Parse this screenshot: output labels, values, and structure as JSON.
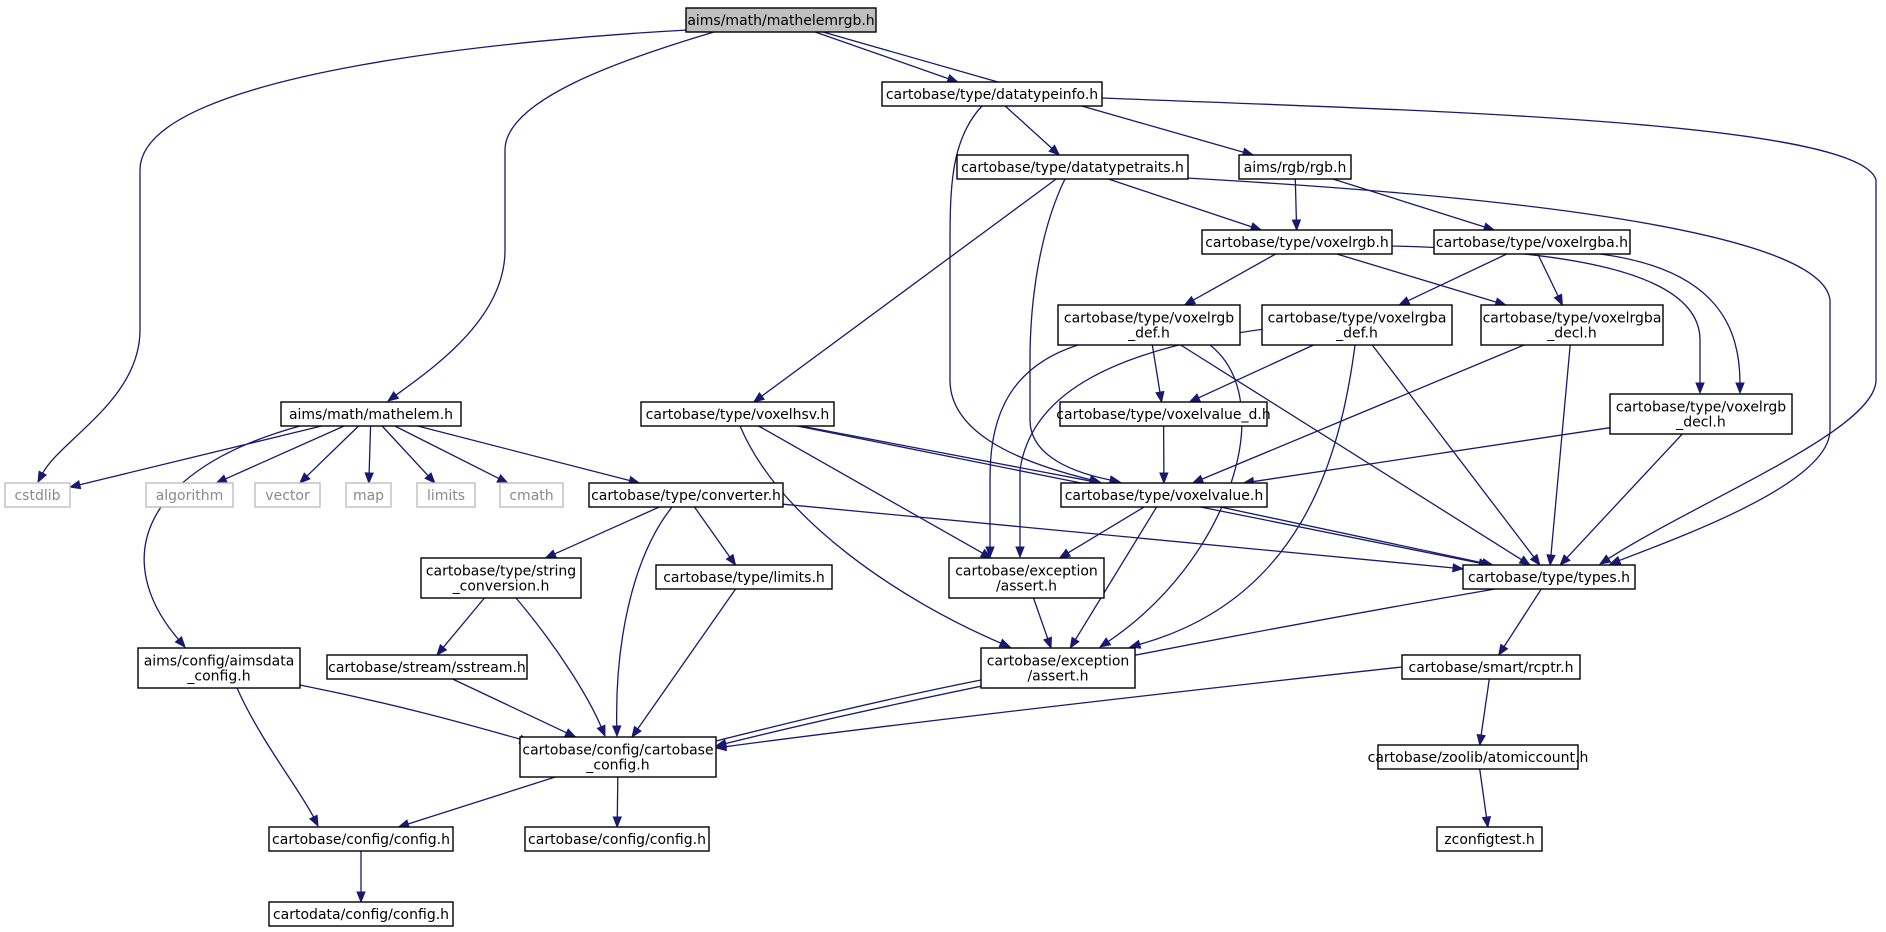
{
  "diagram": {
    "colors": {
      "edge": "#191970",
      "root_fill": "#bfbfbf",
      "external_border": "#bfbfbf",
      "node_border": "#000000"
    },
    "nodes": [
      {
        "id": "root",
        "lines": [
          "aims/math/mathelemrgb.h"
        ],
        "style": "root"
      },
      {
        "id": "dtinfo",
        "lines": [
          "cartobase/type/datatypeinfo.h"
        ],
        "style": "normal"
      },
      {
        "id": "dttraits",
        "lines": [
          "cartobase/type/datatypetraits.h"
        ],
        "style": "normal"
      },
      {
        "id": "rgb",
        "lines": [
          "aims/rgb/rgb.h"
        ],
        "style": "normal"
      },
      {
        "id": "voxelrgb",
        "lines": [
          "cartobase/type/voxelrgb.h"
        ],
        "style": "normal"
      },
      {
        "id": "voxelrgba",
        "lines": [
          "cartobase/type/voxelrgba.h"
        ],
        "style": "normal"
      },
      {
        "id": "voxelrgb_def",
        "lines": [
          "cartobase/type/voxelrgb",
          "_def.h"
        ],
        "style": "normal"
      },
      {
        "id": "voxelrgba_def",
        "lines": [
          "cartobase/type/voxelrgba",
          "_def.h"
        ],
        "style": "normal"
      },
      {
        "id": "voxelrgba_decl",
        "lines": [
          "cartobase/type/voxelrgba",
          "_decl.h"
        ],
        "style": "normal"
      },
      {
        "id": "voxelrgb_decl",
        "lines": [
          "cartobase/type/voxelrgb",
          "_decl.h"
        ],
        "style": "normal"
      },
      {
        "id": "mathelem",
        "lines": [
          "aims/math/mathelem.h"
        ],
        "style": "normal"
      },
      {
        "id": "voxelhsv",
        "lines": [
          "cartobase/type/voxelhsv.h"
        ],
        "style": "normal"
      },
      {
        "id": "voxelvalue_d",
        "lines": [
          "cartobase/type/voxelvalue_d.h"
        ],
        "style": "normal"
      },
      {
        "id": "cstdlib",
        "lines": [
          "cstdlib"
        ],
        "style": "external"
      },
      {
        "id": "algorithm",
        "lines": [
          "algorithm"
        ],
        "style": "external"
      },
      {
        "id": "vector",
        "lines": [
          "vector"
        ],
        "style": "external"
      },
      {
        "id": "map",
        "lines": [
          "map"
        ],
        "style": "external"
      },
      {
        "id": "limits",
        "lines": [
          "limits"
        ],
        "style": "external"
      },
      {
        "id": "cmath",
        "lines": [
          "cmath"
        ],
        "style": "external"
      },
      {
        "id": "converter",
        "lines": [
          "cartobase/type/converter.h"
        ],
        "style": "normal"
      },
      {
        "id": "voxelvalue",
        "lines": [
          "cartobase/type/voxelvalue.h"
        ],
        "style": "normal"
      },
      {
        "id": "strconv",
        "lines": [
          "cartobase/type/string",
          "_conversion.h"
        ],
        "style": "normal"
      },
      {
        "id": "tlimits",
        "lines": [
          "cartobase/type/limits.h"
        ],
        "style": "normal"
      },
      {
        "id": "assert1",
        "lines": [
          "cartobase/exception",
          "/assert.h"
        ],
        "style": "normal"
      },
      {
        "id": "types",
        "lines": [
          "cartobase/type/types.h"
        ],
        "style": "normal"
      },
      {
        "id": "aimsdata",
        "lines": [
          "aims/config/aimsdata",
          "_config.h"
        ],
        "style": "normal"
      },
      {
        "id": "sstream",
        "lines": [
          "cartobase/stream/sstream.h"
        ],
        "style": "normal"
      },
      {
        "id": "assert2",
        "lines": [
          "cartobase/exception",
          "/assert.h"
        ],
        "style": "normal"
      },
      {
        "id": "rcptr",
        "lines": [
          "cartobase/smart/rcptr.h"
        ],
        "style": "normal"
      },
      {
        "id": "cbconfig",
        "lines": [
          "cartobase/config/cartobase",
          "_config.h"
        ],
        "style": "normal"
      },
      {
        "id": "atomic",
        "lines": [
          "cartobase/zoolib/atomiccount.h"
        ],
        "style": "normal"
      },
      {
        "id": "config1",
        "lines": [
          "cartobase/config/config.h"
        ],
        "style": "normal"
      },
      {
        "id": "config2",
        "lines": [
          "cartobase/config/config.h"
        ],
        "style": "normal"
      },
      {
        "id": "zconfig",
        "lines": [
          "zconfigtest.h"
        ],
        "style": "normal"
      },
      {
        "id": "cdconfig",
        "lines": [
          "cartodata/config/config.h"
        ],
        "style": "normal"
      }
    ],
    "edges": [
      [
        "root",
        "dtinfo"
      ],
      [
        "root",
        "rgb"
      ],
      [
        "root",
        "mathelem"
      ],
      [
        "root",
        "cstdlib"
      ],
      [
        "dtinfo",
        "dttraits"
      ],
      [
        "dtinfo",
        "voxelvalue"
      ],
      [
        "dtinfo",
        "types"
      ],
      [
        "dttraits",
        "voxelrgb"
      ],
      [
        "dttraits",
        "voxelhsv"
      ],
      [
        "dttraits",
        "voxelvalue"
      ],
      [
        "dttraits",
        "types"
      ],
      [
        "rgb",
        "voxelrgb"
      ],
      [
        "rgb",
        "voxelrgba"
      ],
      [
        "voxelrgb",
        "voxelrgb_def"
      ],
      [
        "voxelrgb",
        "voxelrgba_decl"
      ],
      [
        "voxelrgb",
        "voxelrgb_decl"
      ],
      [
        "voxelrgba",
        "voxelrgba_def"
      ],
      [
        "voxelrgba",
        "voxelrgba_decl"
      ],
      [
        "voxelrgba",
        "voxelrgb_decl"
      ],
      [
        "voxelrgb_def",
        "voxelvalue_d"
      ],
      [
        "voxelrgb_def",
        "assert1"
      ],
      [
        "voxelrgb_def",
        "assert2"
      ],
      [
        "voxelrgb_def",
        "types"
      ],
      [
        "voxelrgba_def",
        "voxelvalue_d"
      ],
      [
        "voxelrgba_def",
        "assert1"
      ],
      [
        "voxelrgba_def",
        "assert2"
      ],
      [
        "voxelrgba_def",
        "types"
      ],
      [
        "voxelrgba_decl",
        "voxelvalue"
      ],
      [
        "voxelrgba_decl",
        "types"
      ],
      [
        "voxelrgb_decl",
        "voxelvalue"
      ],
      [
        "voxelrgb_decl",
        "types"
      ],
      [
        "voxelvalue_d",
        "voxelvalue"
      ],
      [
        "mathelem",
        "cstdlib"
      ],
      [
        "mathelem",
        "algorithm"
      ],
      [
        "mathelem",
        "vector"
      ],
      [
        "mathelem",
        "map"
      ],
      [
        "mathelem",
        "limits"
      ],
      [
        "mathelem",
        "cmath"
      ],
      [
        "mathelem",
        "converter"
      ],
      [
        "mathelem",
        "aimsdata"
      ],
      [
        "voxelhsv",
        "voxelvalue"
      ],
      [
        "voxelhsv",
        "assert1"
      ],
      [
        "voxelhsv",
        "assert2"
      ],
      [
        "voxelhsv",
        "types"
      ],
      [
        "converter",
        "strconv"
      ],
      [
        "converter",
        "tlimits"
      ],
      [
        "converter",
        "cbconfig"
      ],
      [
        "converter",
        "types"
      ],
      [
        "voxelvalue",
        "assert1"
      ],
      [
        "voxelvalue",
        "assert2"
      ],
      [
        "voxelvalue",
        "types"
      ],
      [
        "strconv",
        "sstream"
      ],
      [
        "strconv",
        "cbconfig"
      ],
      [
        "tlimits",
        "cbconfig"
      ],
      [
        "assert1",
        "assert2"
      ],
      [
        "types",
        "rcptr"
      ],
      [
        "types",
        "cbconfig"
      ],
      [
        "aimsdata",
        "cbconfig"
      ],
      [
        "aimsdata",
        "config1"
      ],
      [
        "sstream",
        "cbconfig"
      ],
      [
        "assert2",
        "cbconfig"
      ],
      [
        "rcptr",
        "cbconfig"
      ],
      [
        "rcptr",
        "atomic"
      ],
      [
        "cbconfig",
        "config1"
      ],
      [
        "cbconfig",
        "config2"
      ],
      [
        "atomic",
        "zconfig"
      ],
      [
        "config1",
        "cdconfig"
      ]
    ]
  }
}
